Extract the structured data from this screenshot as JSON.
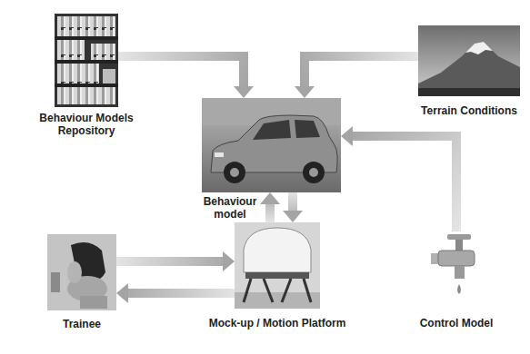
{
  "diagram": {
    "nodes": [
      {
        "text": [
          "Behaviour Models Repository"
        ]
      },
      {
        "text": [
          "Terrain Conditions"
        ]
      },
      {
        "text": [
          "Behaviour model"
        ]
      },
      {
        "text": [
          "Trainee"
        ]
      },
      {
        "text": [
          "Mock-up / Motion Platform"
        ]
      },
      {
        "text": [
          "Control Model"
        ]
      }
    ],
    "edges": [
      {
        "from": 0,
        "to": 2,
        "arrow": "to"
      },
      {
        "from": 1,
        "to": 2,
        "arrow": "to"
      },
      {
        "from": 2,
        "to": 4,
        "arrow": "to"
      },
      {
        "from": 4,
        "to": 2,
        "arrow": "to"
      },
      {
        "from": 3,
        "to": 4,
        "arrow": "to"
      },
      {
        "from": 4,
        "to": 3,
        "arrow": "to"
      },
      {
        "from": 5,
        "to": 2,
        "arrow": "to"
      }
    ]
  }
}
